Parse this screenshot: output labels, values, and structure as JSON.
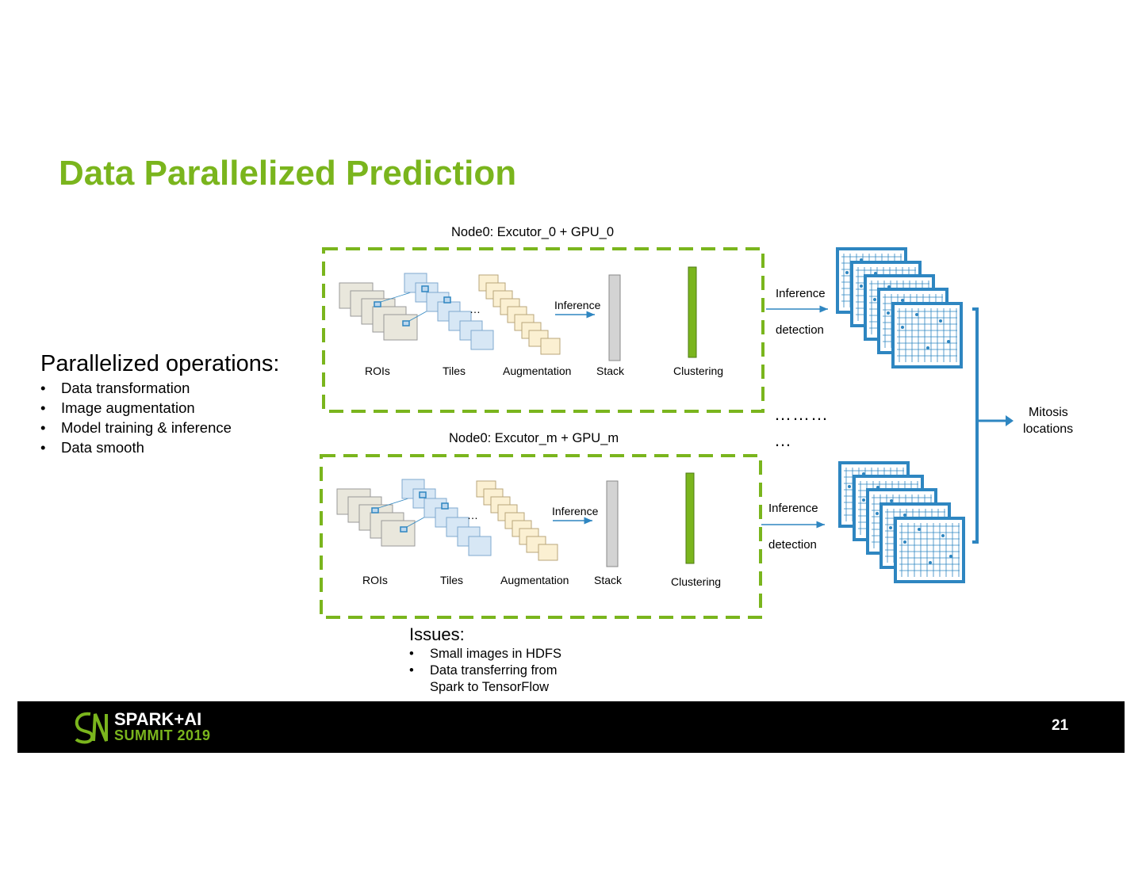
{
  "slide": {
    "title": "Data Parallelized Prediction",
    "page_number": "21"
  },
  "operations": {
    "heading": "Parallelized operations:",
    "items": [
      "Data transformation",
      "Image augmentation",
      "Model training & inference",
      "Data smooth"
    ]
  },
  "nodes": [
    {
      "label": "Node0: Excutor_0 + GPU_0",
      "stages": [
        "ROIs",
        "Tiles",
        "Augmentation",
        "Stack",
        "Clustering"
      ],
      "arrow_label": "Inference",
      "dots": "…"
    },
    {
      "label": "Node0: Excutor_m + GPU_m",
      "stages": [
        "ROIs",
        "Tiles",
        "Augmentation",
        "Stack",
        "Clustering"
      ],
      "arrow_label": "Inference",
      "dots": "…"
    }
  ],
  "flow": {
    "top": {
      "line1": "Inference",
      "line2": "detection"
    },
    "bottom": {
      "line1": "Inference",
      "line2": "detection"
    },
    "ellipsis_1": "………",
    "ellipsis_2": "…"
  },
  "output": {
    "line1": "Mitosis",
    "line2": "locations"
  },
  "issues": {
    "heading": "Issues:",
    "items": [
      "Small images in HDFS",
      "Data transferring from",
      "Spark to TensorFlow"
    ]
  },
  "footer": {
    "brand_line1": "SPARK+AI",
    "brand_line2": "SUMMIT 2019"
  },
  "colors": {
    "accent_green": "#7ab51d",
    "diagram_blue": "#2e86c1",
    "footer_black": "#000000"
  },
  "icons": [
    "grid-result-icon",
    "spark-ai-logo-icon"
  ]
}
